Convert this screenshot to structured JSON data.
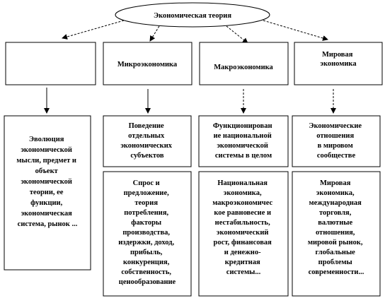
{
  "root": {
    "label": "Экономическая теория"
  },
  "branches": [
    {
      "title": "",
      "details": [
        [
          "Эволюция",
          "экономической",
          "мысли, предмет и",
          "объект",
          "экономической",
          "теории, ее",
          "функции,",
          "экономическая",
          "система, рынок ..."
        ]
      ]
    },
    {
      "title": "Микроэкономика",
      "details": [
        [
          "Поведение",
          "отдельных",
          "экономических",
          "субъектов"
        ],
        [
          "Спрос и",
          "предложение,",
          "теория",
          "потребления,",
          "факторы",
          "производства,",
          "издержки, доход,",
          "прибыль,",
          "конкуренция,",
          "собственность,",
          "ценообразование"
        ]
      ]
    },
    {
      "title": "Макроэкономика",
      "details": [
        [
          "Функционирован",
          "ие национальной",
          "экономической",
          "системы в целом"
        ],
        [
          "Национальная",
          "экономика,",
          "макроэкономичес",
          "кое равновесие и",
          "нестабильность,",
          "экономический",
          "рост, финансовая",
          "и денежно-",
          "кредитная",
          "системы..."
        ]
      ]
    },
    {
      "title": [
        "Мировая",
        "экономика"
      ],
      "details": [
        [
          "Экономические",
          "отношения",
          "в мировом",
          "сообществе"
        ],
        [
          "Мировая",
          "экономика,",
          "международная",
          "торговля,",
          "валютные",
          "отношения,",
          "мировой рынок,",
          "глобальные",
          "проблемы",
          "современности..."
        ]
      ]
    }
  ]
}
